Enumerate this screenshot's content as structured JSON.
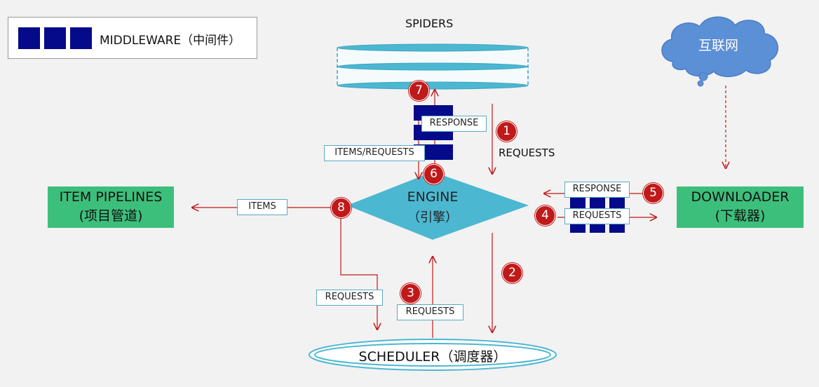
{
  "legend": {
    "label": "MIDDLEWARE（中间件）"
  },
  "nodes": {
    "spiders": "SPIDERS",
    "internet": "互联网",
    "engine": "ENGINE",
    "engine_sub": "（引擎）",
    "pipelines": "ITEM PIPELINES",
    "pipelines_sub": "(项目管道)",
    "downloader": "DOWNLOADER",
    "downloader_sub": "(下载器)",
    "scheduler": "SCHEDULER（调度器）"
  },
  "labels": {
    "response_spider": "RESPONSE",
    "items_requests": "ITEMS/REQUESTS",
    "requests_1": "REQUESTS",
    "response_dl": "RESPONSE",
    "requests_dl": "REQUESTS",
    "items": "ITEMS",
    "requests_8": "REQUESTS",
    "requests_3": "REQUESTS"
  },
  "steps": [
    "1",
    "2",
    "3",
    "4",
    "5",
    "6",
    "7",
    "8"
  ],
  "colors": {
    "arrow": "#c0191a",
    "middleware": "#050a8a",
    "engine": "#4cb7d1",
    "green_box": "#3dbf7c",
    "cloud": "#5b8fd6",
    "badge": "#c0191a"
  }
}
